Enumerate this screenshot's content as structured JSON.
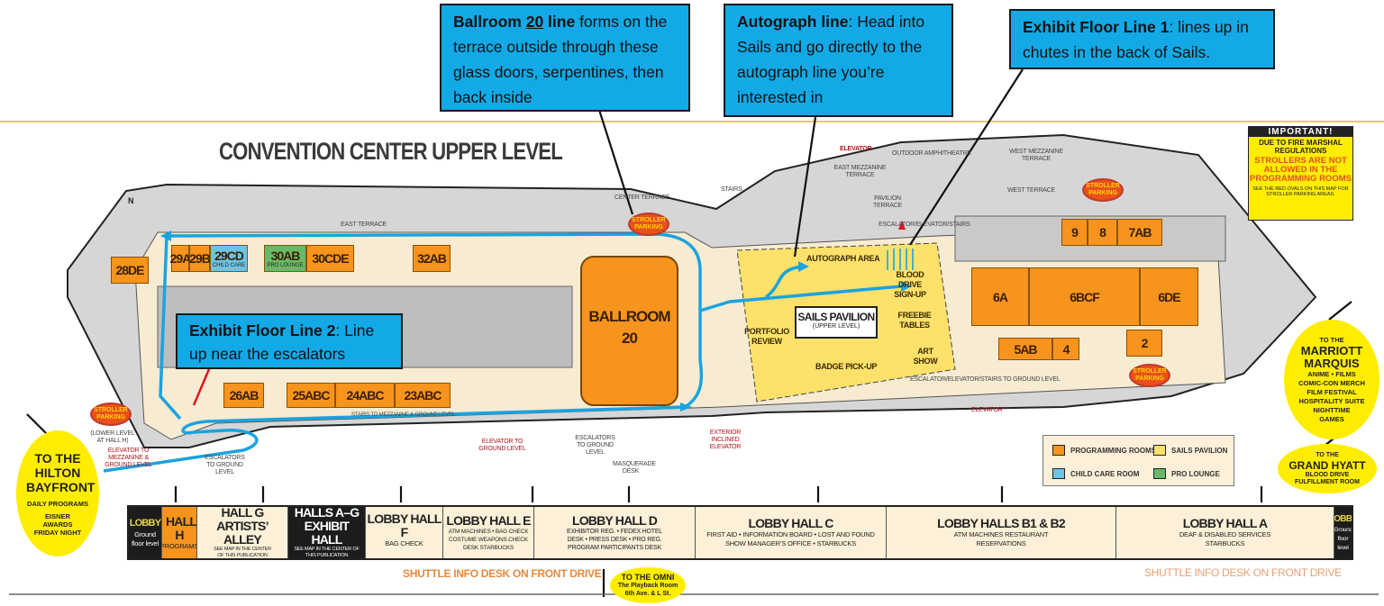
{
  "callouts": {
    "ballroom": {
      "bold": "Ballroom ",
      "bold_underlined": "20",
      "bold2": " line",
      "text": " forms on the terrace outside through these glass doors, serpentines, then back inside"
    },
    "autograph": {
      "bold": "Autograph line",
      "text": ": Head into Sails and go directly to the autograph line you’re interested in"
    },
    "exhibit1": {
      "bold": "Exhibit Floor Line 1",
      "text": ": lines up in chutes in the back of Sails."
    },
    "exhibit2": {
      "bold": "Exhibit Floor Line 2",
      "text": ": Line up near the escalators"
    }
  },
  "map": {
    "title": "CONVENTION CENTER UPPER LEVEL",
    "north": "N",
    "rooms": [
      "28DE",
      "29A",
      "29B",
      "29CD",
      "30AB",
      "30CDE",
      "32AB",
      "26AB",
      "25ABC",
      "24ABC",
      "23ABC",
      "9",
      "8",
      "7AB",
      "6A",
      "6BCF",
      "6DE",
      "5AB",
      "4",
      "2"
    ],
    "room_sub": {
      "child_care": "CHILD CARE",
      "pro_lounge": "PRO LOUNGE"
    },
    "ballroom": "BALLROOM 20",
    "sails": {
      "title": "SAILS PAVILION",
      "sub": "(UPPER LEVEL)"
    },
    "areas": {
      "autograph": "AUTOGRAPH AREA",
      "blood_drive": "BLOOD DRIVE SIGN-UP",
      "freebie": "FREEBIE TABLES",
      "art_show": "ART SHOW",
      "portfolio": "PORTFOLIO REVIEW",
      "badge": "BADGE PICK-UP"
    },
    "labels": {
      "east_terrace": "EAST TERRACE",
      "center_terrace": "CENTER TERRACE",
      "stairs": "STAIRS",
      "elevator": "ELEVATOR",
      "east_mezz": "EAST MEZZANINE TERRACE",
      "amphitheatre": "OUTDOOR AMPHITHEATRE",
      "west_mezz": "WEST MEZZANINE TERRACE",
      "pavilion_terrace": "PAVILION TERRACE",
      "west_terrace": "WEST TERRACE",
      "esc_elev_stairs": "ESCALATOR/ELEVATOR/STAIRS",
      "esc_ground": "ESCALATOR/ELEVATOR/STAIRS TO GROUND LEVEL",
      "elevator_bottom": "ELEVATOR",
      "masquerade": "MASQUERADE DESK",
      "escalators_ground": "ESCALATORS TO GROUND LEVEL",
      "elevator_ground": "ELEVATOR TO GROUND LEVEL",
      "inclined": "EXTERIOR INCLINED ELEVATOR",
      "elevator_mezz": "ELEVATOR TO MEZZANINE & GROUND LEVEL",
      "escalators_ground_left": "ESCALATORS TO GROUND LEVEL",
      "stairs_mezz": "STAIRS TO MEZZANINE & GROUND LEVEL",
      "lower_level": "(LOWER LEVEL AT HALL H)"
    },
    "stroller": "STROLLER PARKING"
  },
  "important": {
    "header": "IMPORTANT!",
    "line1": "DUE TO FIRE MARSHAL REGULATIONS",
    "line2": "STROLLERS ARE NOT ALLOWED IN THE PROGRAMMING ROOMS",
    "line3": "SEE THE RED OVALS ON THIS MAP FOR STROLLER PARKING AREAS."
  },
  "legend": {
    "items": [
      {
        "label": "PROGRAMMING ROOMS",
        "color": "#f7941d"
      },
      {
        "label": "SAILS PAVILION",
        "color": "#fde16a"
      },
      {
        "label": "CHILD CARE ROOM",
        "color": "#6cc3e8"
      },
      {
        "label": "PRO LOUNGE",
        "color": "#6ab86a"
      }
    ]
  },
  "destinations": {
    "hilton": {
      "to": "TO THE",
      "name": "HILTON BAYFRONT",
      "l1": "DAILY PROGRAMS",
      "l2": "EISNER AWARDS FRIDAY NIGHT"
    },
    "marriott": {
      "to": "TO THE",
      "name": "MARRIOTT MARQUIS",
      "l1": "ANIME • FILMS",
      "l2": "COMIC-CON MERCH",
      "l3": "FILM FESTIVAL",
      "l4": "HOSPITALITY SUITE",
      "l5": "NIGHTTIME GAMES"
    },
    "hyatt": {
      "to": "TO THE",
      "name": "GRAND HYATT",
      "l1": "BLOOD DRIVE",
      "l2": "FULFILLMENT ROOM"
    },
    "omni": {
      "name": "TO THE OMNI",
      "l1": "The Playback Room",
      "l2": "6th Ave. & L St."
    }
  },
  "lobby_bar": {
    "cells": [
      {
        "title": "LOBBY",
        "sub": "Ground floor level"
      },
      {
        "title": "HALL H",
        "sub": "PROGRAMS"
      },
      {
        "title": "HALL G ARTISTS’ ALLEY",
        "sub": "SEE MAP IN THE CENTER OF THIS PUBLICATION"
      },
      {
        "title": "HALLS A–G EXHIBIT HALL",
        "sub": "SEE MAP IN THE CENTER OF THIS PUBLICATION"
      },
      {
        "title": "LOBBY HALL F",
        "sub": "BAG CHECK"
      },
      {
        "title": "LOBBY HALL E",
        "sub": "ATM MACHINES • BAG CHECK COSTUME WEAPONS CHECK DESK STARBUCKS"
      },
      {
        "title": "LOBBY HALL D",
        "sub": "EXHIBITOR REG. • FEDEX HOTEL DESK • PRESS DESK • PRO REG. PROGRAM PARTICIPANTS DESK"
      },
      {
        "title": "LOBBY HALL C",
        "sub": "FIRST AID • INFORMATION BOARD • LOST AND FOUND SHOW MANAGER’S OFFICE • STARBUCKS"
      },
      {
        "title": "LOBBY HALLS B1 & B2",
        "sub": "ATM MACHINES RESTAURANT RESERVATIONS"
      },
      {
        "title": "LOBBY HALL A",
        "sub": "DEAF & DISABLED SERVICES STARBUCKS"
      },
      {
        "title": "LOBBY",
        "sub": "Ground floor level"
      }
    ],
    "shuttle": "SHUTTLE INFO DESK ON FRONT DRIVE"
  },
  "colors": {
    "callout": "#12a9e6",
    "path": "#1aa3e0",
    "programming": "#f7941d",
    "sails": "#fde16a",
    "child_care": "#6cc3e8",
    "pro_lounge": "#6ab86a",
    "stroller": "#e8501c",
    "destination": "#ffed00"
  }
}
